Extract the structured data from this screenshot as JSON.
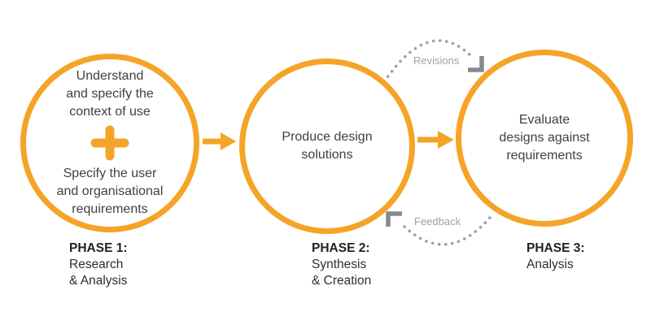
{
  "colors": {
    "accent_orange": "#F5A428",
    "circle_text": "#414042",
    "phase_title_text": "#231F20",
    "loop_gray": "#9FA1A4",
    "arrowhead_gray": "#88898C"
  },
  "phases": [
    {
      "circle_top_text": "Understand\nand specify the\ncontext of use",
      "circle_bottom_text": "Specify the user\nand organisational\nrequirements",
      "label_title": "PHASE 1:",
      "label_sub": "Research\n& Analysis"
    },
    {
      "circle_top_text": "Produce design\nsolutions",
      "label_title": "PHASE 2:",
      "label_sub": "Synthesis\n& Creation"
    },
    {
      "circle_top_text": "Evaluate\ndesigns against\nrequirements",
      "label_title": "PHASE 3:",
      "label_sub": "Analysis"
    }
  ],
  "loops": {
    "revisions_label": "Revisions",
    "feedback_label": "Feedback"
  },
  "icons": {
    "plus_icon": "+",
    "forward_arrow_icon": "→",
    "revisions_arrowhead_icon": "corner-down-right",
    "feedback_arrowhead_icon": "corner-up-left"
  }
}
